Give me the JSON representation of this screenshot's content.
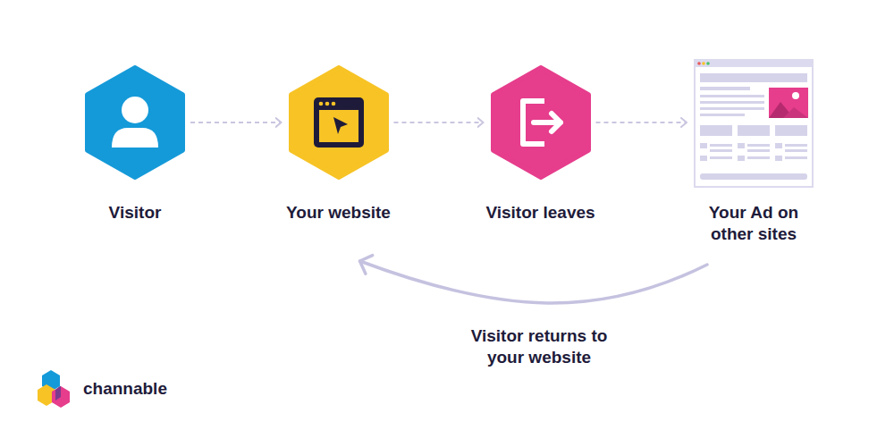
{
  "diagram": {
    "nodes": [
      {
        "text": [
          "Visitor"
        ]
      },
      {
        "text": [
          "Your website"
        ]
      },
      {
        "text": [
          "Visitor leaves"
        ]
      },
      {
        "text": [
          "Your Ad on other sites"
        ]
      }
    ],
    "edges": [
      {
        "from": 0,
        "to": 1,
        "arrow": "to"
      },
      {
        "from": 1,
        "to": 2,
        "arrow": "to"
      },
      {
        "from": 2,
        "to": 3,
        "arrow": "to"
      },
      {
        "from": 3,
        "to": 1,
        "label": "Visitor returns to your website",
        "arrow": "to"
      }
    ],
    "labels": [
      "channable"
    ]
  }
}
